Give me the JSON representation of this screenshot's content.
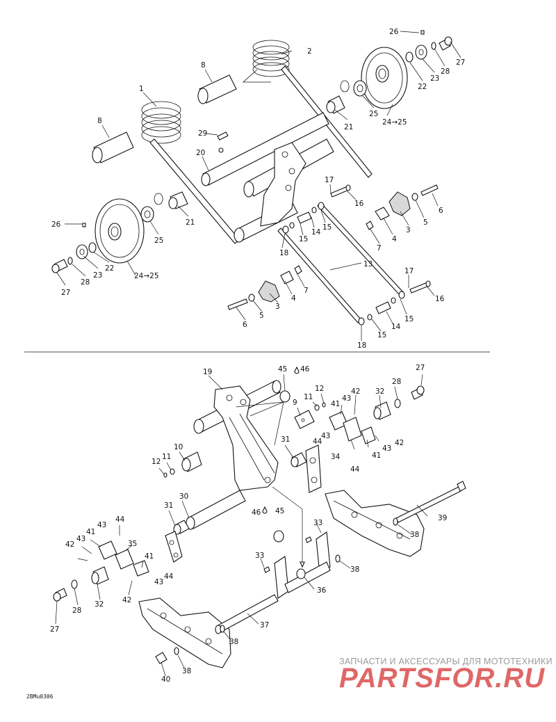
{
  "diagram_code": "2BMu0306",
  "watermark": {
    "tagline": "ЗАПЧАСТИ И АКСЕССУАРЫ ДЛЯ МОТОТЕХНИКИ",
    "logo": "PARTSFOR.RU"
  },
  "top_section": {
    "labels": {
      "l1": "1",
      "l2": "2",
      "l8a": "8",
      "l8b": "8",
      "l26a": "26",
      "l26b": "26",
      "l27a": "27",
      "l27b": "27",
      "l28a": "28",
      "l28b": "28",
      "l22a": "22",
      "l22b": "22",
      "l23a": "23",
      "l23b": "23",
      "l25a": "25",
      "l25b": "25",
      "l2425a": "24→25",
      "l2425b": "24→25",
      "l21a": "21",
      "l21b": "21",
      "l29": "29",
      "l20": "20",
      "l17a": "17",
      "l17b": "17",
      "l16a": "16",
      "l16b": "16",
      "l6a": "6",
      "l6b": "6",
      "l5a": "5",
      "l5b": "5",
      "l3a": "3",
      "l3b": "3",
      "l4a": "4",
      "l4b": "4",
      "l7a": "7",
      "l7b": "7",
      "l14a": "14",
      "l14b": "14",
      "l15a": "15",
      "l15b": "15",
      "l15c": "15",
      "l15d": "15",
      "l18a": "18",
      "l18b": "18",
      "l13": "13"
    }
  },
  "bottom_section": {
    "labels": {
      "l19": "19",
      "l45a": "45",
      "l46a": "46",
      "l45b": "45",
      "l46b": "46",
      "l27c": "27",
      "l27d": "27",
      "l28c": "28",
      "l28d": "28",
      "l32a": "32",
      "l32b": "32",
      "l9": "9",
      "l11a": "11",
      "l11b": "11",
      "l12a": "12",
      "l12b": "12",
      "l10": "10",
      "l41a": "41",
      "l41b": "41",
      "l41c": "41",
      "l41d": "41",
      "l42a": "42",
      "l42b": "42",
      "l42c": "42",
      "l42d": "42",
      "l43a": "43",
      "l43b": "43",
      "l43c": "43",
      "l43d": "43",
      "l43e": "43",
      "l43f": "43",
      "l44a": "44",
      "l44b": "44",
      "l44c": "44",
      "l44d": "44",
      "l34": "34",
      "l35": "35",
      "l31a": "31",
      "l31b": "31",
      "l30": "30",
      "l33a": "33",
      "l33b": "33",
      "l36": "36",
      "l37": "37",
      "l38a": "38",
      "l38b": "38",
      "l38c": "38",
      "l38d": "38",
      "l39": "39",
      "l40": "40"
    }
  }
}
